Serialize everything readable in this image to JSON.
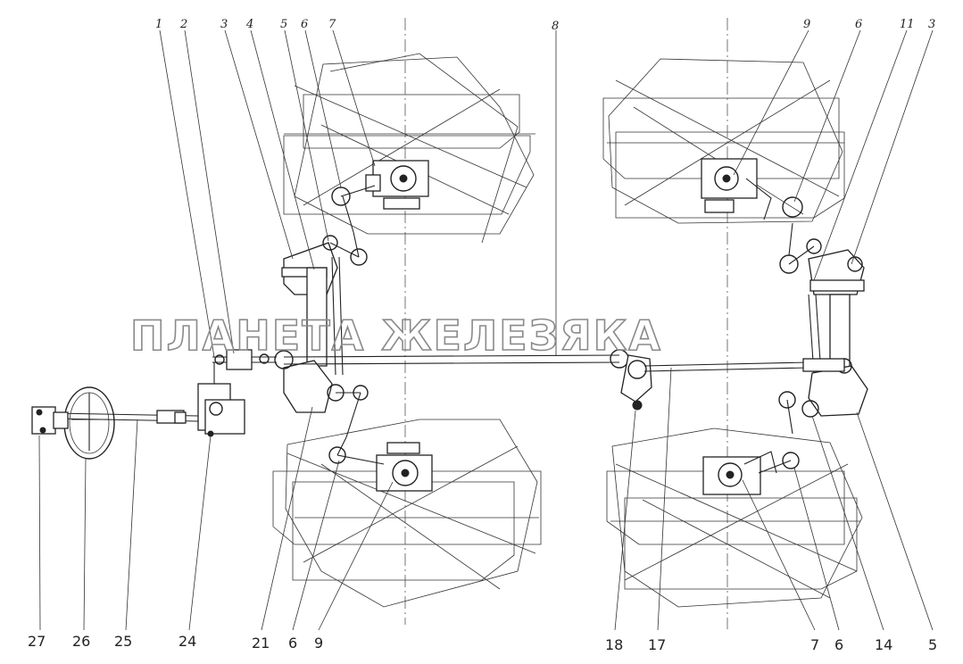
{
  "watermark": "ПЛАНЕТА ЖЕЛЕЗЯКА",
  "callouts_top": [
    "1",
    "2",
    "3",
    "4",
    "5",
    "6",
    "7",
    "8",
    "9",
    "6",
    "11",
    "3"
  ],
  "callouts_bottom": [
    "27",
    "26",
    "25",
    "24",
    "21",
    "6",
    "9",
    "18",
    "17",
    "7",
    "6",
    "14",
    "5"
  ]
}
